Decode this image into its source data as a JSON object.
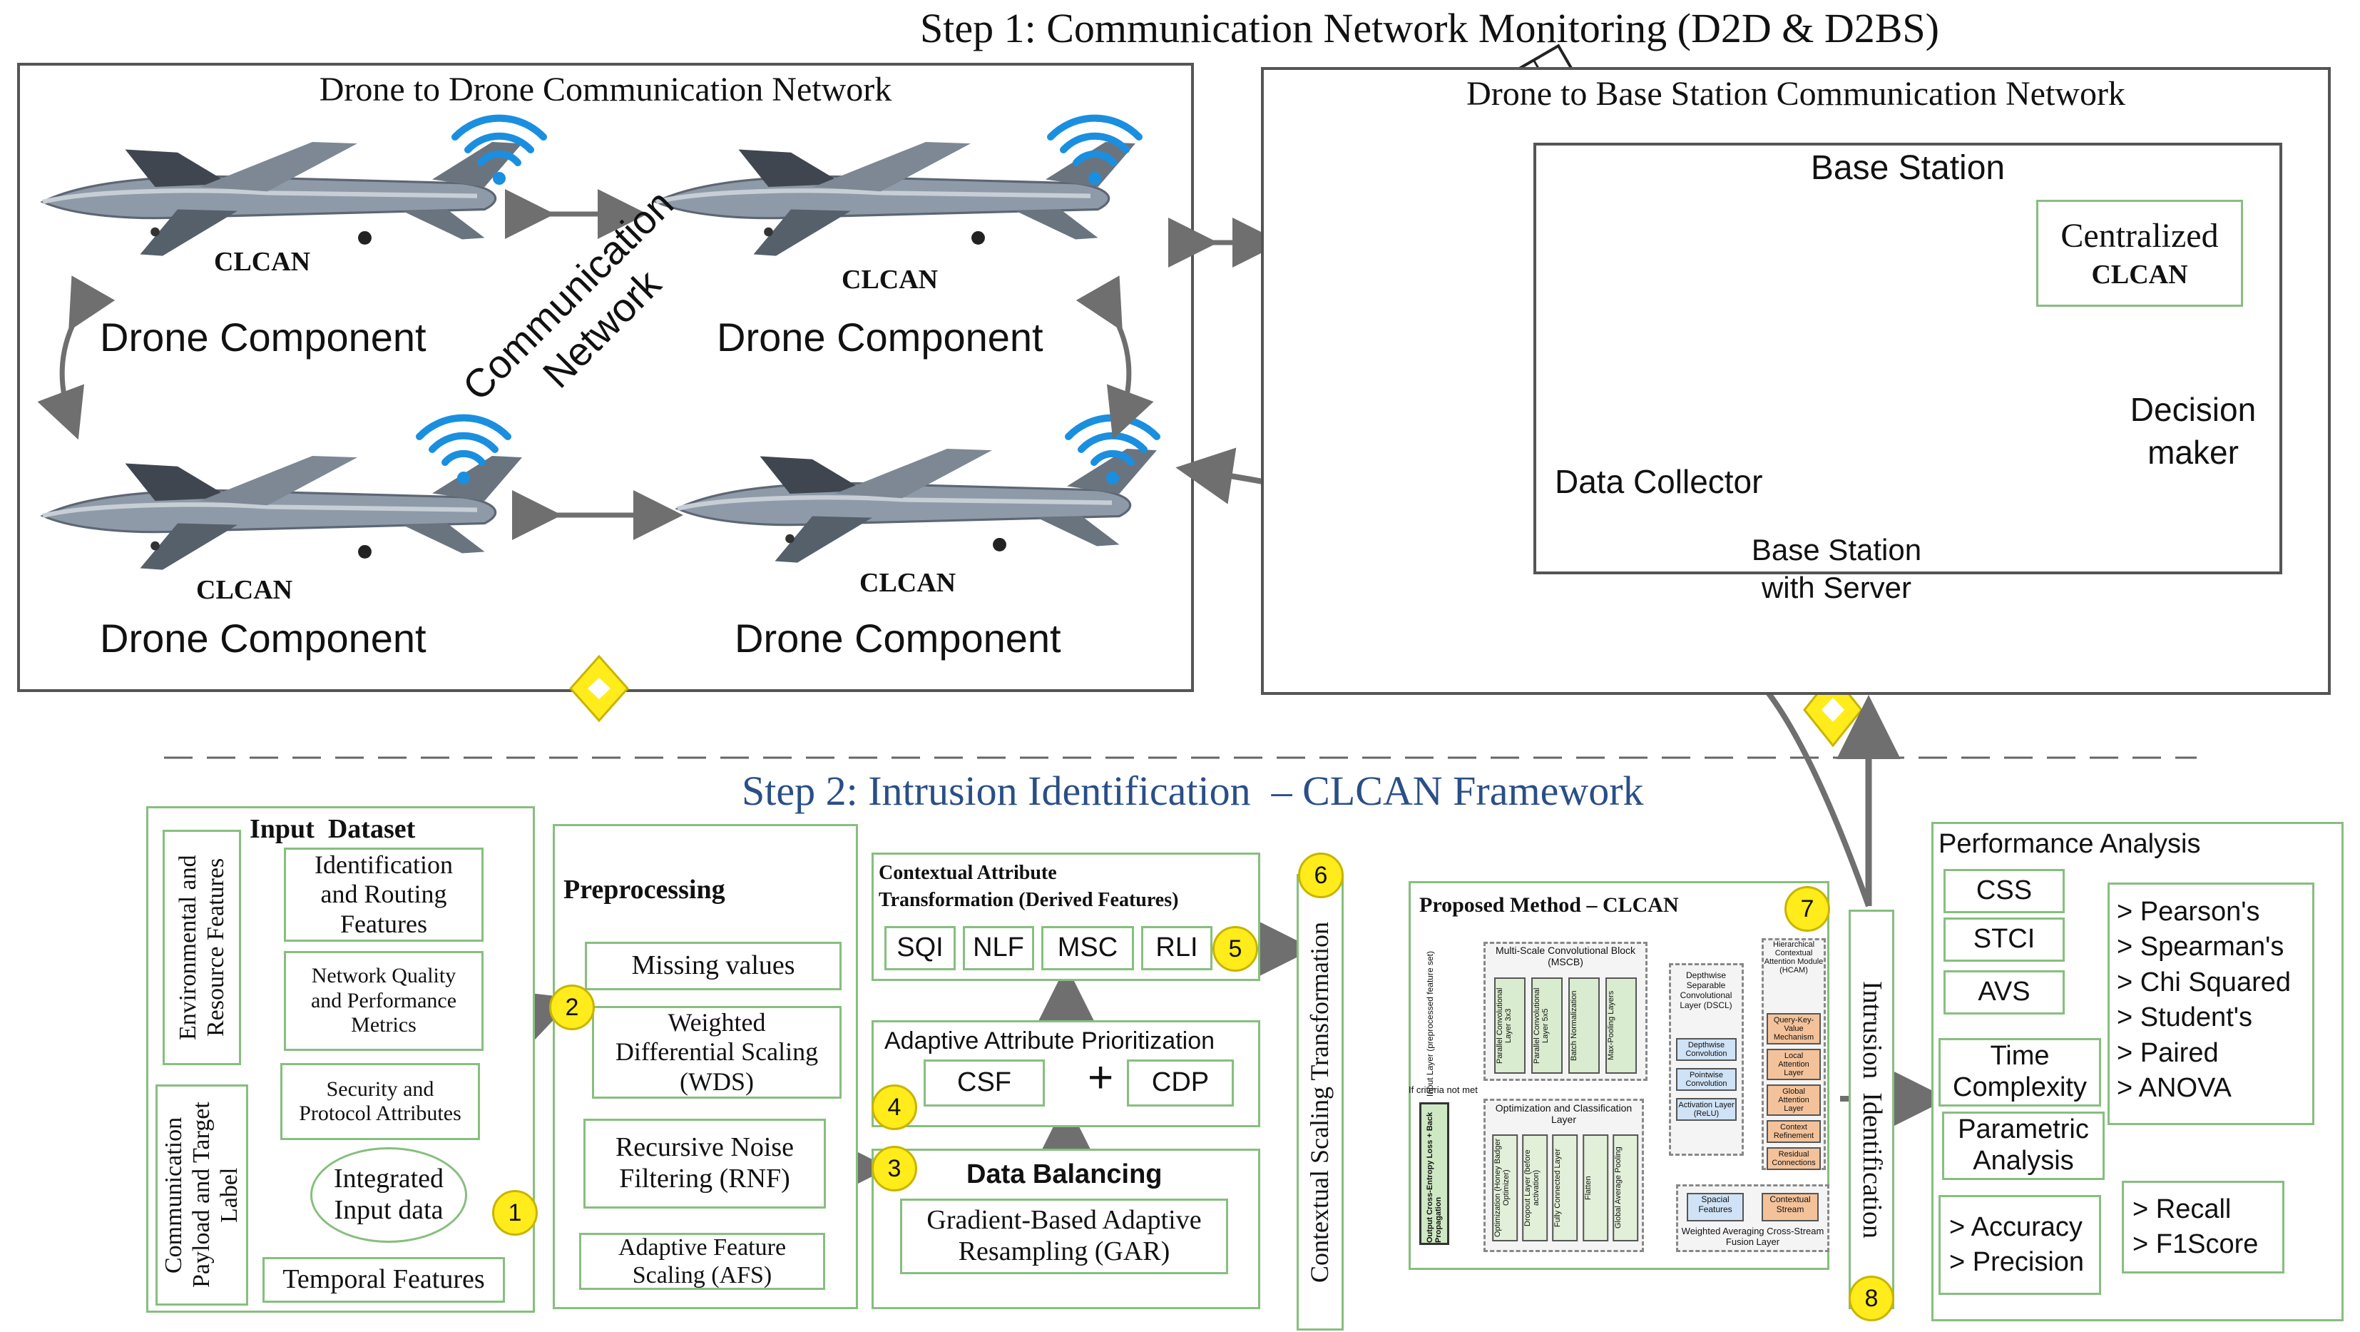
{
  "step1": {
    "title": "Step 1: Communication Network Monitoring (D2D & D2BS)",
    "d2d": {
      "title": "Drone to Drone Communication Network",
      "comm_network": [
        "Communication",
        "Network"
      ],
      "drones": [
        {
          "tag": "CLCAN",
          "label": "Drone Component"
        },
        {
          "tag": "CLCAN",
          "label": "Drone Component"
        },
        {
          "tag": "CLCAN",
          "label": "Drone Component"
        },
        {
          "tag": "CLCAN",
          "label": "Drone Component"
        }
      ]
    },
    "d2bs": {
      "title": "Drone to Base Station Communication Network",
      "base_station": "Base Station",
      "centralized": "Centralized",
      "centralized_tag": "CLCAN",
      "decision": [
        "Decision",
        "maker"
      ],
      "data_collector": "Data Collector",
      "server": [
        "Base Station",
        "with Server"
      ]
    }
  },
  "step2": {
    "title": "Step 2: Intrusion Identification  – CLCAN Framework",
    "input": {
      "title": "Input  Dataset",
      "env": "Environmental and Resource Features",
      "comm": "Communication Payload and Target Label",
      "ident": [
        "Identification",
        "and Routing",
        "Features"
      ],
      "network": [
        "Network Quality",
        "and Performance",
        "Metrics"
      ],
      "security": [
        "Security and",
        "Protocol Attributes"
      ],
      "integrated": [
        "Integrated",
        "Input data"
      ],
      "temporal": "Temporal Features"
    },
    "prep": {
      "title": "Preprocessing",
      "missing": "Missing values",
      "wds": [
        "Weighted",
        "Differential Scaling",
        "(WDS)"
      ],
      "rnf": [
        "Recursive Noise",
        "Filtering (RNF)"
      ],
      "afs": [
        "Adaptive Feature",
        "Scaling (AFS)"
      ]
    },
    "cat": {
      "title": [
        "Contextual Attribute",
        "Transformation (Derived Features)"
      ],
      "items": [
        "SQI",
        "NLF",
        "MSC",
        "RLI"
      ]
    },
    "aap": {
      "title": "Adaptive Attribute Prioritization",
      "csf": "CSF",
      "plus": "+",
      "cdp": "CDP"
    },
    "balance": {
      "title": "Data Balancing",
      "gar": [
        "Gradient-Based Adaptive",
        "Resampling (GAR)"
      ]
    },
    "cst": "Contextual Scaling Transformation",
    "proposed": {
      "title": "Proposed Method – CLCAN",
      "input_layer": "Input Layer (preprocessed feature set)",
      "mscb": "Multi-Scale Convolutional Block (MSCB)",
      "mscb_items": [
        "Parallel Convolutional Layer 3x3",
        "Parallel Convolutional Layer 5x5",
        "Batch Normalization",
        "Max-Pooling Layers"
      ],
      "dscl": "Depthwise Separable Convolutional Layer (DSCL)",
      "dscl_items": [
        "Depthwise Convolution",
        "Pointwise Convolution",
        "Activation Layer (ReLU)"
      ],
      "hcam": "Hierarchical Contextual Attention Module (HCAM)",
      "hcam_items": [
        "Query-Key-Value Mechanism",
        "Local Attention Layer",
        "Global Attention Layer",
        "Context Refinement",
        "Residual Connections"
      ],
      "ocl": "Optimization and Classification Layer",
      "ocl_items": [
        "Optimization (Honey Badger Optimizer)",
        "Dropout Layer (before activation)",
        "Fully Connected Layer",
        "Flatten",
        "Global Average Pooling"
      ],
      "output": "Output Cross-Entropy Loss + Back Propagation",
      "fusion": "Weighted Averaging Cross-Stream Fusion Layer",
      "spatial": "Spacial Features",
      "contextual": "Contextual Stream",
      "criteria": "If criteria not met"
    },
    "intrusion": "Intrusion  Identification",
    "perf": {
      "title": "Performance Analysis",
      "metrics": [
        "CSS",
        "STCI",
        "AVS"
      ],
      "tests": [
        "> Pearson's",
        "> Spearman's",
        "> Chi Squared",
        "> Student's",
        "> Paired",
        "> ANOVA"
      ],
      "time": [
        "Time",
        "Complexity"
      ],
      "param": [
        "Parametric",
        "Analysis"
      ],
      "acc": [
        "> Accuracy",
        "> Precision"
      ],
      "recall": [
        "> Recall",
        "> F1Score"
      ]
    },
    "steps": [
      "1",
      "2",
      "3",
      "4",
      "5",
      "6",
      "7",
      "8"
    ]
  },
  "colors": {
    "border": "#555555",
    "green": "#86bf7e",
    "badge": "#ffec1a",
    "wifi": "#1a8fe0",
    "step2_title": "#2a4f86",
    "arrow": "#6f6f6f"
  }
}
